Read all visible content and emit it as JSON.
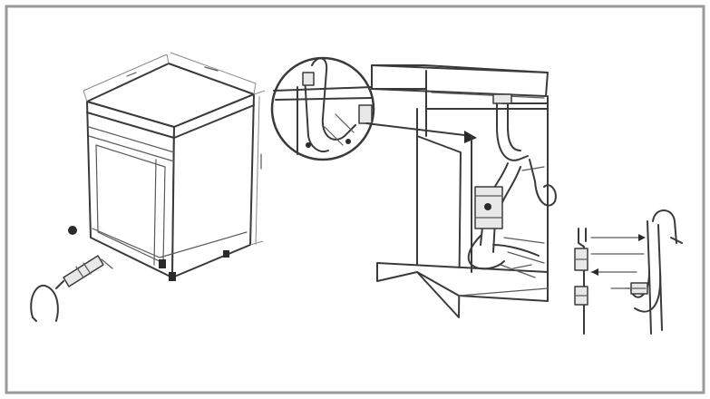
{
  "diagram": {
    "frame_color": "#9a9a9a",
    "line_color": "#3a3a3a",
    "panels": [
      {
        "id": "dishwasher-dimensions",
        "icon": "dishwasher-outline-icon"
      },
      {
        "id": "drain-hose-detail",
        "icon": "magnifier-circle-icon"
      },
      {
        "id": "under-sink-installation",
        "icon": "cabinet-sink-icon"
      },
      {
        "id": "trap-connection",
        "icon": "trap-pipe-icon"
      }
    ]
  }
}
